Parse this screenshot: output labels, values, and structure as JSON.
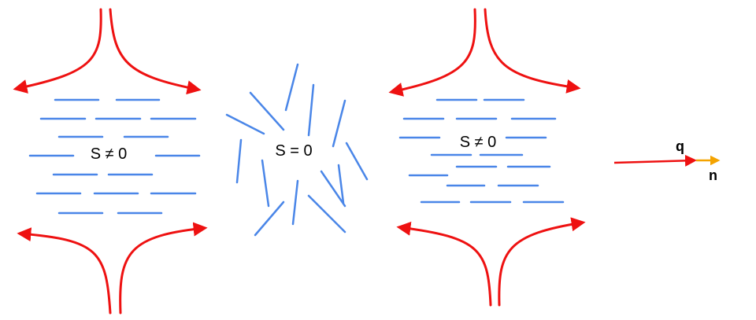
{
  "labels": {
    "left_order": "S ≠ 0",
    "center_order": "S = 0",
    "right_order": "S ≠ 0",
    "vector_q": "q",
    "vector_n": "n"
  },
  "colors": {
    "flow": "#ee1111",
    "molecule": "#4a86e8",
    "n_vector": "#f4a300",
    "q_vector": "#ee1111",
    "text": "#000000"
  }
}
